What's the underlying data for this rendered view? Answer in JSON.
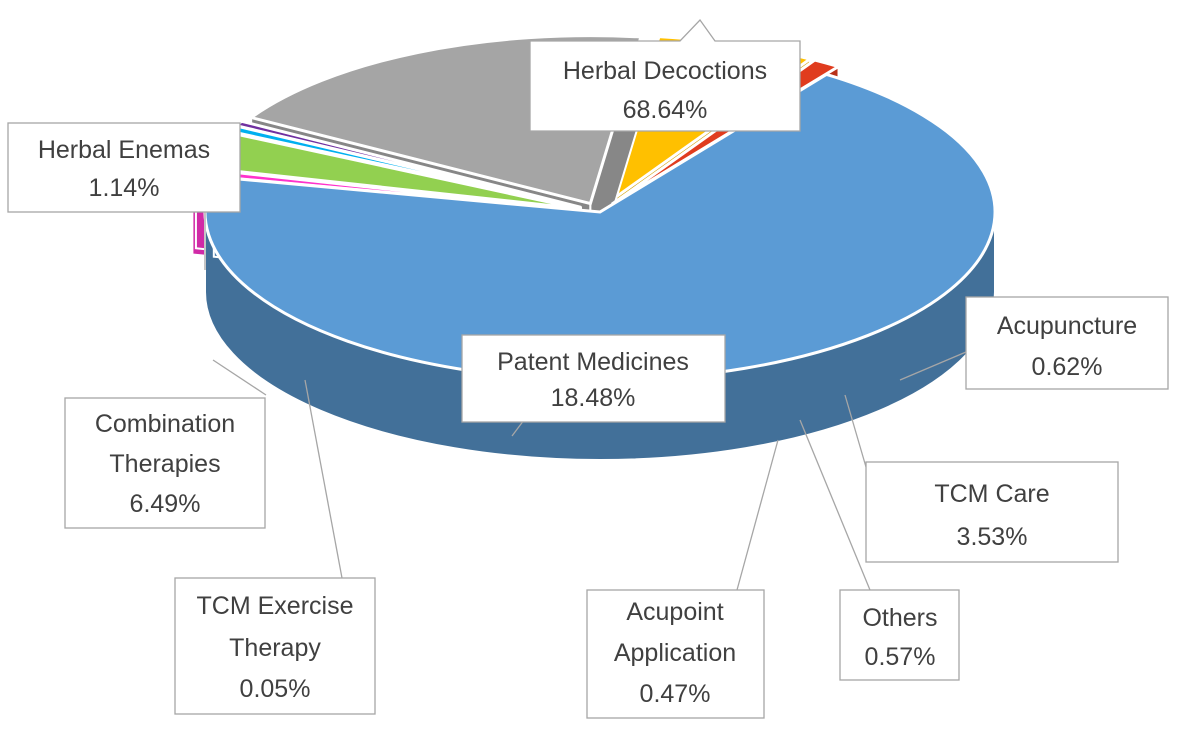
{
  "chart_data": {
    "type": "pie",
    "style": "3d-exploded",
    "legend": "none",
    "slices": [
      {
        "label": "Herbal Decoctions",
        "value": 68.64,
        "value_label": "68.64%",
        "color": "#5b9bd5"
      },
      {
        "label": "Acupuncture",
        "value": 0.62,
        "value_label": "0.62%",
        "color": "#ff33cc"
      },
      {
        "label": "TCM Care",
        "value": 3.53,
        "value_label": "3.53%",
        "color": "#92d050"
      },
      {
        "label": "Others",
        "value": 0.57,
        "value_label": "0.57%",
        "color": "#00b0f0"
      },
      {
        "label": "Acupoint Application",
        "value": 0.47,
        "value_label": "0.47%",
        "color": "#7030a0"
      },
      {
        "label": "Patent Medicines",
        "value": 18.48,
        "value_label": "18.48%",
        "color": "#a5a5a5"
      },
      {
        "label": "TCM Exercise Therapy",
        "value": 0.05,
        "value_label": "0.05%",
        "color": "#00703c"
      },
      {
        "label": "Combination Therapies",
        "value": 6.49,
        "value_label": "6.49%",
        "color": "#ffc000"
      },
      {
        "label": "Herbal Enemas",
        "value": 1.14,
        "value_label": "1.14%",
        "color": "#e03c1e"
      }
    ]
  }
}
